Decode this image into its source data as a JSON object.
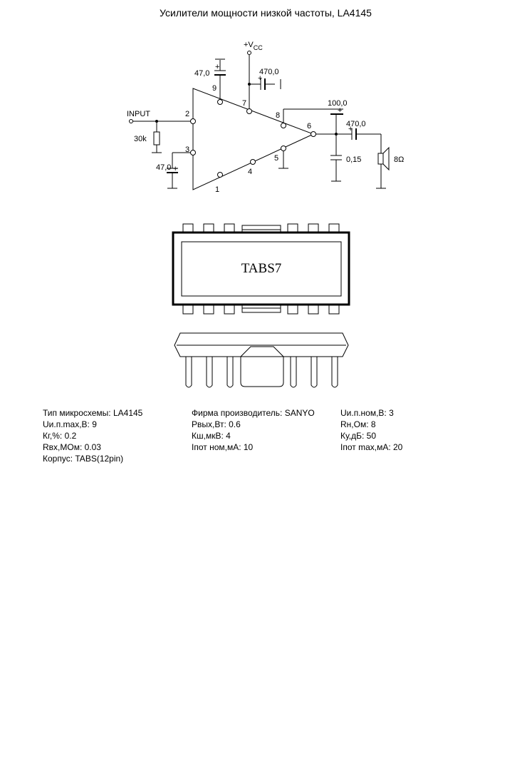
{
  "title": "Усилители мощности низкой частоты, LA4145",
  "schematic": {
    "vcc_label": "+V",
    "vcc_sub": "CC",
    "input_label": "INPUT",
    "components": {
      "c_pin9": "47,0",
      "c_vcc": "470,0",
      "c_pin8": "100,0",
      "c_out": "470,0",
      "c_zobel": "0,15",
      "r_in": "30k",
      "c_pin3": "47,0",
      "speaker": "8Ω"
    },
    "pins": {
      "p9": "9",
      "p7": "7",
      "p8": "8",
      "p2": "2",
      "p6": "6",
      "p3": "3",
      "p5": "5",
      "p4": "4",
      "p1": "1"
    },
    "polarity": "+"
  },
  "package": {
    "label": "TABS7"
  },
  "specs": {
    "col1": [
      "Тип микросхемы: LA4145",
      "Uи.п.max,В: 9",
      "Кг,%: 0.2",
      "Rвх,МОм: 0.03",
      "Корпус: TABS(12pin)"
    ],
    "col2": [
      "Фирма производитель: SANYO",
      "Pвых,Вт: 0.6",
      "Кш,мкВ: 4",
      "Iпот ном,мА: 10"
    ],
    "col3": [
      "Uи.п.ном,В: 3",
      "Rн,Ом: 8",
      "Ку,дБ: 50",
      "Iпот max,мА: 20"
    ]
  }
}
